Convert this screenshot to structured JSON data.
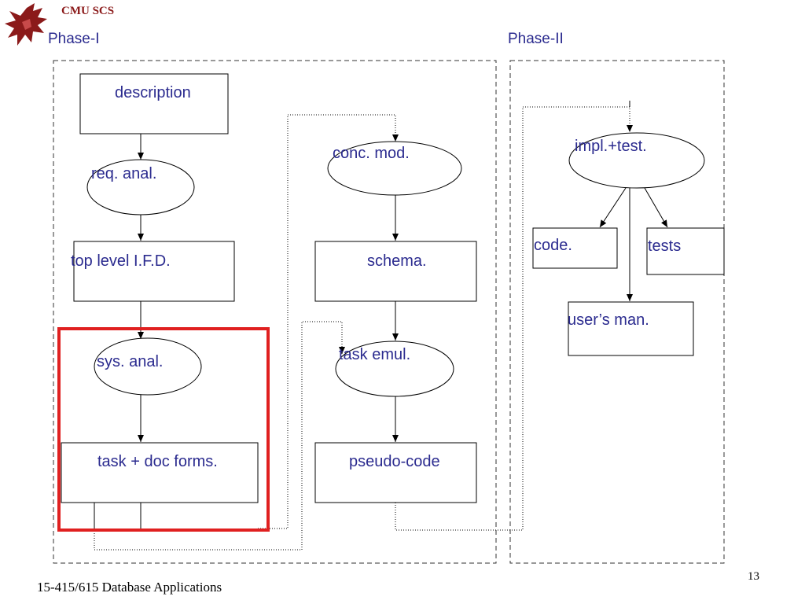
{
  "header": {
    "org": "CMU SCS",
    "phase1": "Phase-I",
    "phase2": "Phase-II"
  },
  "nodes": {
    "description": "description",
    "req_anal": "req. anal.",
    "top_level_ifd": "top level I.F.D.",
    "sys_anal": "sys. anal.",
    "task_doc_forms": "task + doc forms.",
    "conc_mod": "conc. mod.",
    "schema": "schema.",
    "task_emul": "task emul.",
    "pseudo_code": "pseudo-code",
    "impl_test": "impl.+test.",
    "code": "code.",
    "tests": "tests",
    "users_man": "user’s man."
  },
  "footer": {
    "course": "15-415/615 Database Applications",
    "page_number": "13"
  },
  "colors": {
    "accent_text": "#2b2b8f",
    "highlight": "#e02020",
    "logo": "#8b1a1a"
  },
  "icons": {
    "logo": "griffin-logo-icon"
  }
}
